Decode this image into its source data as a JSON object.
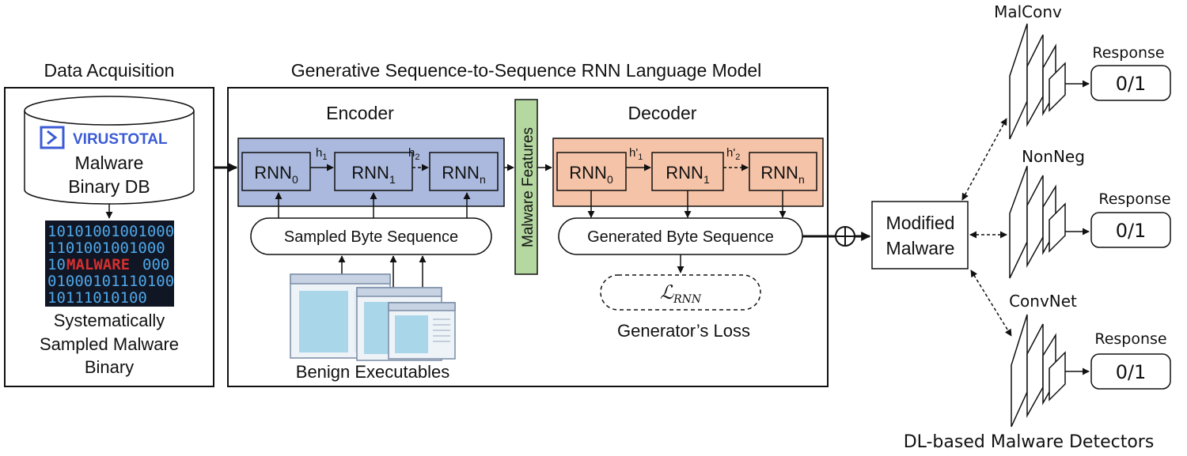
{
  "acquisition": {
    "title": "Data Acquisition",
    "logo_text": "VIRUSTOTAL",
    "db_label_1": "Malware",
    "db_label_2": "Binary DB",
    "binary_lines": [
      "10101001001000",
      "1101001001000",
      "MALWARE",
      "01000101110100",
      "10111010100"
    ],
    "binary_prefix_3": "10",
    "binary_suffix_3": "000",
    "sample_label_1": "Systematically",
    "sample_label_2": "Sampled Malware",
    "sample_label_3": "Binary"
  },
  "model": {
    "title": "Generative Sequence-to-Sequence RNN Language Model",
    "encoder": {
      "title": "Encoder",
      "cells": [
        {
          "base": "RNN",
          "sub": "0"
        },
        {
          "base": "RNN",
          "sub": "1"
        },
        {
          "base": "RNN",
          "sub": "n"
        }
      ],
      "hidden": [
        {
          "base": "h",
          "sub": "1"
        },
        {
          "base": "h",
          "sub": "2"
        }
      ],
      "input_label": "Sampled Byte Sequence",
      "benign_label": "Benign Executables"
    },
    "features_label": "Malware Features",
    "decoder": {
      "title": "Decoder",
      "cells": [
        {
          "base": "RNN",
          "sub": "0"
        },
        {
          "base": "RNN",
          "sub": "1"
        },
        {
          "base": "RNN",
          "sub": "n"
        }
      ],
      "hidden": [
        {
          "base": "h'",
          "sub": "1"
        },
        {
          "base": "h'",
          "sub": "2"
        }
      ],
      "output_label": "Generated Byte Sequence",
      "loss_symbol": "ℒ",
      "loss_sub": "RNN",
      "loss_label": "Generator’s Loss"
    }
  },
  "modified": {
    "line1": "Modified",
    "line2": "Malware"
  },
  "detectors": {
    "caption": "DL-based Malware Detectors",
    "items": [
      {
        "name": "MalConv",
        "response_label": "Response",
        "response_value": "0/1"
      },
      {
        "name": "NonNeg",
        "response_label": "Response",
        "response_value": "0/1"
      },
      {
        "name": "ConvNet",
        "response_label": "Response",
        "response_value": "0/1"
      }
    ]
  },
  "colors": {
    "encoder_fill": "#aab9dd",
    "decoder_fill": "#f5c3a8",
    "features_fill": "#b5d8a1",
    "virustotal_blue": "#3b5bd6",
    "binary_bg": "#101623",
    "binary_text": "#4fa7e8",
    "malware_red": "#d62f2f"
  },
  "icons": [
    "database-icon",
    "binary-code-image",
    "window-stack-icon",
    "cnn-detector-icon",
    "xor-icon"
  ]
}
